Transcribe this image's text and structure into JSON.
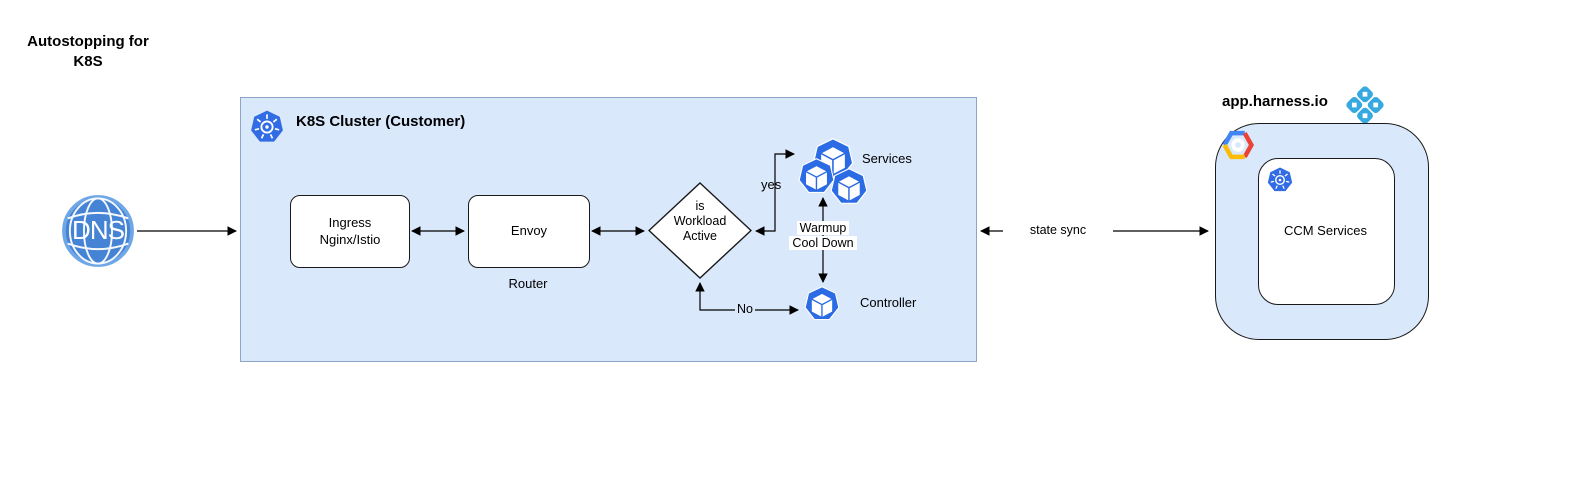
{
  "title": "Autostopping for K8S",
  "nodes": {
    "dns": {
      "label": "DNS",
      "icon": "globe-icon"
    },
    "cluster": {
      "title": "K8S Cluster (Customer)",
      "icon": "kubernetes-icon"
    },
    "ingress": {
      "label": "Ingress Nginx/Istio"
    },
    "envoy": {
      "label": "Envoy",
      "sublabel": "Router"
    },
    "decision": {
      "label": "is Workload Active"
    },
    "services": {
      "label": "Services",
      "icon": "k8s-pods-icon"
    },
    "controller": {
      "label": "Controller",
      "icon": "k8s-pod-icon"
    },
    "harness": {
      "domain": "app.harness.io",
      "ccm_label": "CCM Services",
      "logo": "harness-logo-icon",
      "cloud_icon": "google-cloud-icon",
      "k8s_icon": "kubernetes-icon"
    }
  },
  "edges": {
    "yes_label": "yes",
    "no_label": "No",
    "state_sync_label": "state sync",
    "warmup_label_line1": "Warmup",
    "warmup_label_line2": "Cool Down"
  },
  "icons": {
    "globe": "dns-globe",
    "kubernetes": "heptagon-with-ships-wheel",
    "pod": "heptagon-with-white-cube",
    "google_cloud": "tricolor-hexagon-ring",
    "harness": "blue-diamond-four-links"
  },
  "colors": {
    "cluster_fill": "#dae8fc",
    "cluster_border": "#8ea5c8",
    "k8s_blue": "#326ce5",
    "pod_blue": "#2b6be4",
    "dns_blue": "#4583d4",
    "harness_blue": "#35a9e0",
    "gcp_red": "#ea4335",
    "gcp_yellow": "#fbbc05",
    "gcp_blue": "#4285f4",
    "arrow": "#000000"
  }
}
